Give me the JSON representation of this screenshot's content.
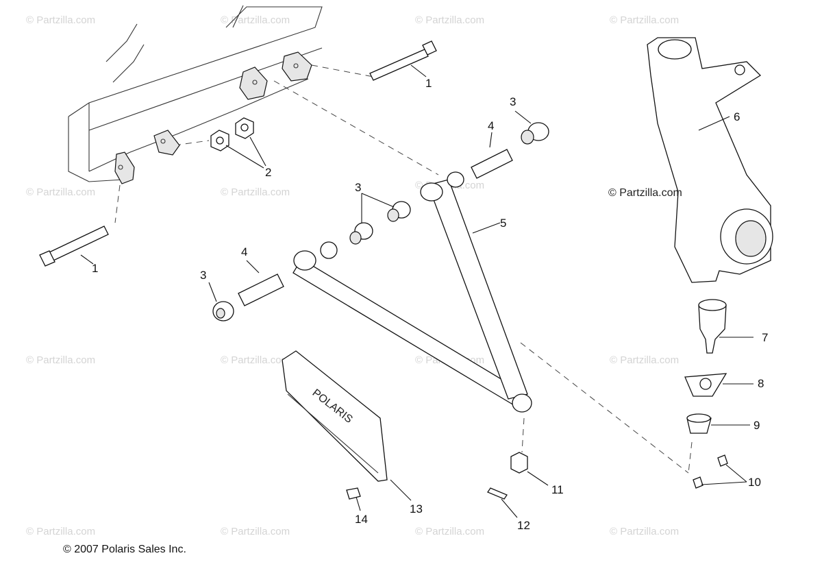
{
  "diagram": {
    "watermark": "© Partzilla.com",
    "center_watermark": "© Partzilla.com",
    "copyright": "© 2007 Polaris Sales Inc.",
    "guard_logo_text": "POLARIS",
    "callouts": [
      "1",
      "1",
      "2",
      "3",
      "3",
      "3",
      "4",
      "4",
      "5",
      "6",
      "7",
      "8",
      "9",
      "10",
      "11",
      "12",
      "13",
      "14"
    ]
  }
}
